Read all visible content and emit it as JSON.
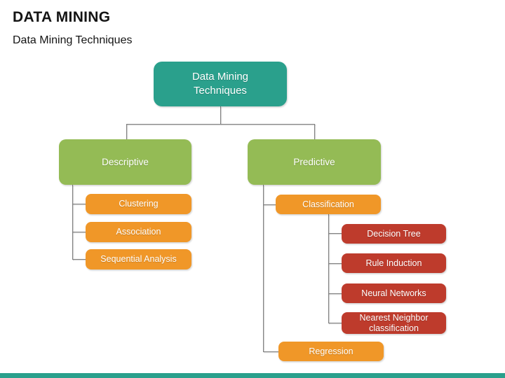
{
  "slide": {
    "title": "DATA MINING",
    "subtitle": "Data Mining Techniques"
  },
  "colors": {
    "teal": "#2aa08c",
    "green": "#94bb55",
    "orange": "#f09728",
    "red": "#be3b2c",
    "connector": "#7f7f7f"
  },
  "tree": {
    "root": {
      "label": "Data Mining Techniques"
    },
    "branches": [
      {
        "label": "Descriptive",
        "children": [
          {
            "label": "Clustering"
          },
          {
            "label": "Association"
          },
          {
            "label": "Sequential Analysis"
          }
        ]
      },
      {
        "label": "Predictive",
        "children": [
          {
            "label": "Classification",
            "children": [
              {
                "label": "Decision Tree"
              },
              {
                "label": "Rule Induction"
              },
              {
                "label": "Neural Networks"
              },
              {
                "label": "Nearest Neighbor classification"
              }
            ]
          },
          {
            "label": "Regression"
          }
        ]
      }
    ]
  }
}
